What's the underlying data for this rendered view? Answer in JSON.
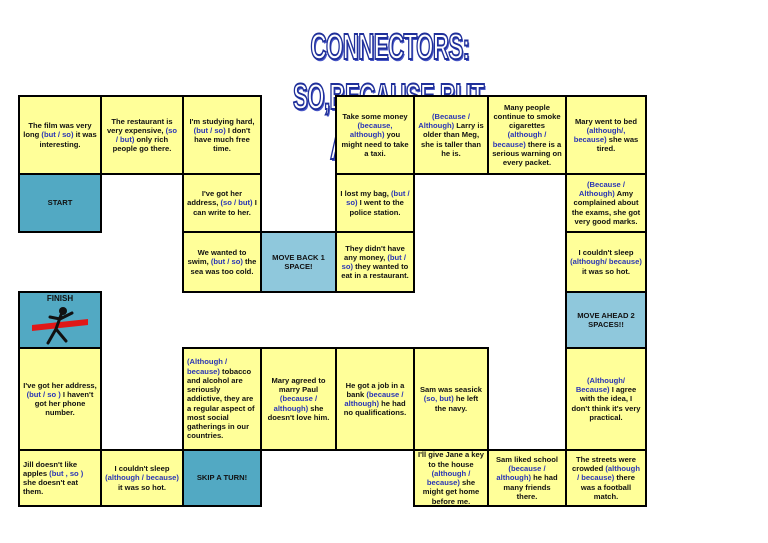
{
  "title": "CONNECTORS: SO,BECAUSE,BUT, ALTHOUGH",
  "colors": {
    "square": "#ffff99",
    "action": "#8fc8dc",
    "start": "#52a9c3",
    "connector": "#2b36b5"
  },
  "squares": [
    {
      "id": "s1",
      "parts": [
        "The film was very long ",
        "(but / so)",
        " it was interesting."
      ]
    },
    {
      "id": "s2",
      "parts": [
        "The restaurant is very expensive, ",
        "(so / but)",
        " only rich people go there."
      ]
    },
    {
      "id": "s3",
      "parts": [
        "I'm studying hard, ",
        "(but / so)",
        " I don't have much free time."
      ]
    },
    {
      "id": "s4",
      "parts": [
        "Take some money ",
        "(because, although)",
        " you might need to take a taxi."
      ]
    },
    {
      "id": "s5",
      "parts": [
        "",
        "(Because / Although)",
        " Larry is older than Meg, she is taller than he is."
      ]
    },
    {
      "id": "s6",
      "parts": [
        "Many people continue to smoke cigarettes ",
        "(although / because)",
        " there is a serious warning on every packet."
      ]
    },
    {
      "id": "s7",
      "parts": [
        "Mary went to bed ",
        "(although/, because)",
        " she was tired."
      ]
    },
    {
      "id": "start",
      "label": "START"
    },
    {
      "id": "s8",
      "parts": [
        "I've got her address, ",
        "(so / but)",
        " I can write to her."
      ]
    },
    {
      "id": "s9",
      "parts": [
        "I lost my bag, ",
        "(but / so)",
        " I went to the police station."
      ]
    },
    {
      "id": "s10",
      "parts": [
        "",
        "(Because / Although)",
        " Amy complained about the exams, she got very good marks."
      ]
    },
    {
      "id": "s11",
      "parts": [
        "We wanted to swim, ",
        "(but / so)",
        " the sea was too cold."
      ]
    },
    {
      "id": "back1",
      "label": "MOVE BACK 1 SPACE!"
    },
    {
      "id": "s12",
      "parts": [
        "They didn't have any money, ",
        "(but / so)",
        " they wanted to eat in a restaurant."
      ]
    },
    {
      "id": "s13",
      "parts": [
        "I couldn't sleep ",
        "(although/ because)",
        " it was so hot."
      ]
    },
    {
      "id": "finish",
      "label": "FINISH"
    },
    {
      "id": "ahead2",
      "label": "MOVE AHEAD 2 SPACES!!"
    },
    {
      "id": "s14",
      "parts": [
        "I've got her address, ",
        "(but / so )",
        " I haven't got her phone number."
      ]
    },
    {
      "id": "s15",
      "parts": [
        "",
        "(Although / because)",
        " tobacco and alcohol are seriously addictive, they are a regular aspect of most social gatherings in our countries."
      ]
    },
    {
      "id": "s16",
      "parts": [
        "Mary agreed to marry Paul ",
        "(because / although)",
        " she doesn't love him."
      ]
    },
    {
      "id": "s17",
      "parts": [
        "He got a job in a bank ",
        "(because / although)",
        " he had no qualifications."
      ]
    },
    {
      "id": "s18",
      "parts": [
        "Sam was seasick ",
        "(so, but)",
        " he left the navy."
      ]
    },
    {
      "id": "s19",
      "parts": [
        "",
        "(Although/ Because)",
        " I agree with the idea, I don't think it's very practical."
      ]
    },
    {
      "id": "s20",
      "parts": [
        "Jill doesn't like apples ",
        "(but , so )",
        " she doesn't eat them."
      ]
    },
    {
      "id": "s21",
      "parts": [
        "I couldn't sleep ",
        "(although / because)",
        " it was so hot."
      ]
    },
    {
      "id": "skip",
      "label": "SKIP A TURN!"
    },
    {
      "id": "s22",
      "parts": [
        "I'll give Jane a key to the house ",
        "(although / because)",
        " she might get home before me."
      ]
    },
    {
      "id": "s23",
      "parts": [
        "Sam liked school ",
        "(because / although)",
        " he had many friends there."
      ]
    },
    {
      "id": "s24",
      "parts": [
        "The streets were crowded ",
        "(although / because)",
        " there was a football match."
      ]
    }
  ]
}
